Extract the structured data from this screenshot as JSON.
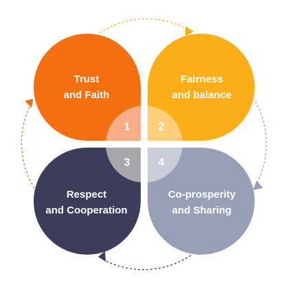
{
  "petals": [
    {
      "id": "trust",
      "number": "1",
      "label_line1": "Trust",
      "label_line2": "and Faith",
      "color": "#f36f0f",
      "center_tint": "#f7ad86"
    },
    {
      "id": "fairness",
      "number": "2",
      "label_line1": "Fairness",
      "label_line2": "and balance",
      "color": "#fbae17",
      "center_tint": "#fcd07b"
    },
    {
      "id": "respect",
      "number": "3",
      "label_line1": "Respect",
      "label_line2": "and Cooperation",
      "color": "#3b3d5a",
      "center_tint": "#a9a6ab"
    },
    {
      "id": "coprosperity",
      "number": "4",
      "label_line1": "Co-prosperity",
      "label_line2": "and Sharing",
      "color": "#97a0b6",
      "center_tint": "#c9cdd8"
    }
  ],
  "flow_arcs": [
    {
      "from": "trust",
      "to": "fairness",
      "color": "#fbae17"
    },
    {
      "from": "fairness",
      "to": "coprosperity",
      "color": "#97a0b6"
    },
    {
      "from": "coprosperity",
      "to": "respect",
      "color": "#3b3d5a"
    },
    {
      "from": "respect",
      "to": "trust",
      "color": "#f36f0f"
    }
  ]
}
